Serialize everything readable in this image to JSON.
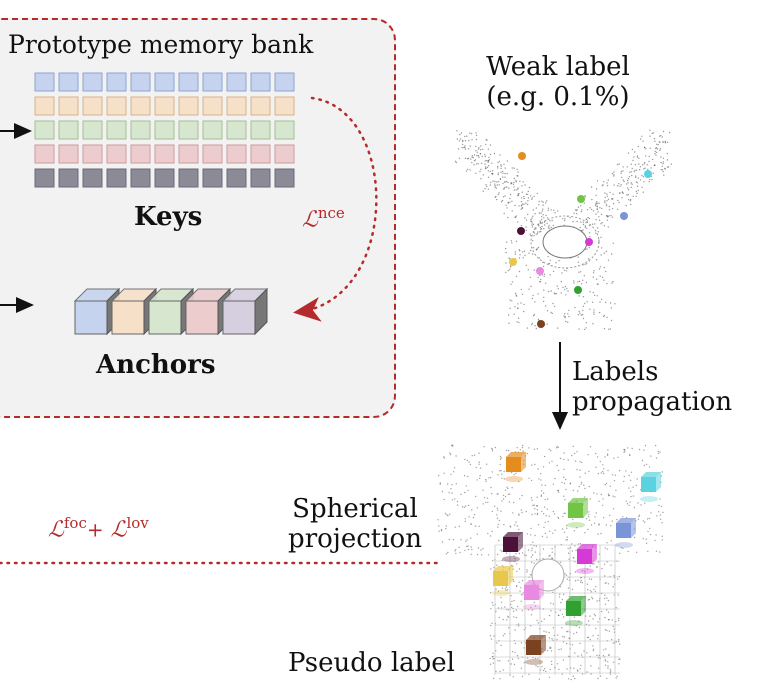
{
  "memory_bank": {
    "title": "Prototype memory bank",
    "keys_label": "Keys",
    "anchors_label": "Anchors",
    "row_colors": [
      "#c6d3ee",
      "#f6e0c8",
      "#d7e6cf",
      "#eccccd",
      "#8c8a97"
    ],
    "row_borders": [
      "#8ea1d3",
      "#d5b28c",
      "#a3bf96",
      "#cf9b9d",
      "#6d6b78"
    ],
    "anchor_colors": [
      "#c6d3ee",
      "#f6e0c8",
      "#d7e6cf",
      "#eccccd",
      "#d6cfe0"
    ]
  },
  "losses": {
    "nce_symbol": "ℒ",
    "nce_sup": "nce",
    "combo_symbol1": "ℒ",
    "combo_sup1": "foc",
    "combo_plus": "+",
    "combo_symbol2": "ℒ",
    "combo_sup2": "lov"
  },
  "weak_label": {
    "line1": "Weak label",
    "line2": "(e.g. 0.1%)"
  },
  "propagation": {
    "line1": "Labels",
    "line2": "propagation"
  },
  "spherical": {
    "line1": "Spherical",
    "line2": "projection"
  },
  "pseudo_label": "Pseudo label",
  "colors": {
    "loss_red": "#b52a2a",
    "box_fill": "#f2f2f2"
  }
}
